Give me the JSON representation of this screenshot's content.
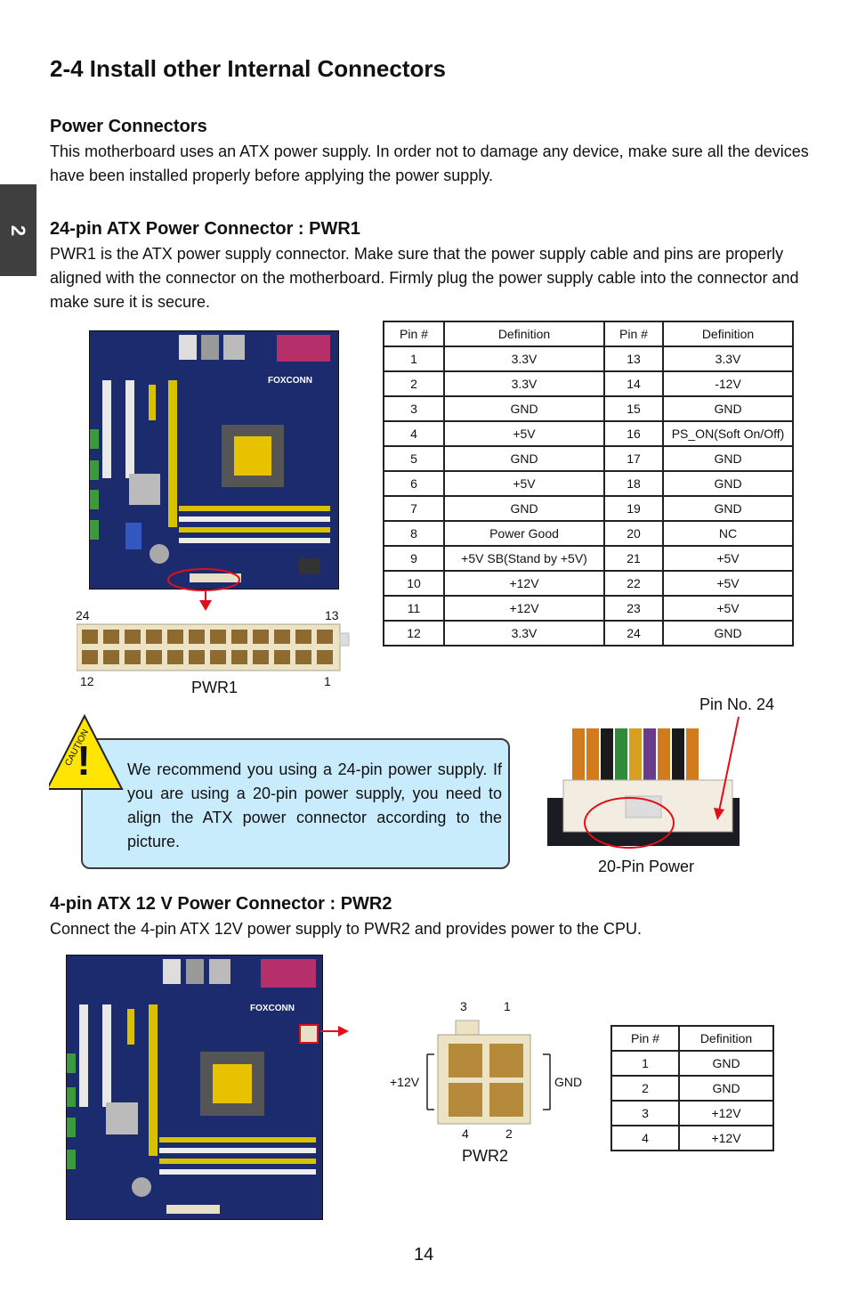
{
  "chapter_tab": "2",
  "title": "2-4 Install other Internal Connectors",
  "power_connectors": {
    "heading": "Power Connectors",
    "body": "This motherboard uses an ATX power supply. In order not to damage any device, make sure all the devices have been installed properly before applying the power supply."
  },
  "pwr1": {
    "heading": "24-pin ATX Power Connector : PWR1",
    "body": "PWR1 is the ATX power supply connector. Make sure that the power supply cable and pins are properly aligned with the connector on the motherboard. Firmly plug the power supply cable into the connector and make sure it is secure.",
    "connector_label": "PWR1",
    "pin_24": "24",
    "pin_13": "13",
    "pin_12": "12",
    "pin_1": "1",
    "brand": "FOXCONN",
    "table_headers": [
      "Pin #",
      "Definition",
      "Pin #",
      "Definition"
    ],
    "table_rows": [
      [
        "1",
        "3.3V",
        "13",
        "3.3V"
      ],
      [
        "2",
        "3.3V",
        "14",
        "-12V"
      ],
      [
        "3",
        "GND",
        "15",
        "GND"
      ],
      [
        "4",
        "+5V",
        "16",
        "PS_ON(Soft On/Off)"
      ],
      [
        "5",
        "GND",
        "17",
        "GND"
      ],
      [
        "6",
        "+5V",
        "18",
        "GND"
      ],
      [
        "7",
        "GND",
        "19",
        "GND"
      ],
      [
        "8",
        "Power Good",
        "20",
        "NC"
      ],
      [
        "9",
        "+5V SB(Stand by +5V)",
        "21",
        "+5V"
      ],
      [
        "10",
        "+12V",
        "22",
        "+5V"
      ],
      [
        "11",
        "+12V",
        "23",
        "+5V"
      ],
      [
        "12",
        "3.3V",
        "24",
        "GND"
      ]
    ]
  },
  "caution": {
    "badge": "CAUTION",
    "mark": "!",
    "text": "We recommend you using a 24-pin power supply. If you are using a 20-pin power supply, you need to align the ATX power connector according to the picture.",
    "pin_no_label": "Pin No. 24",
    "twenty_pin_label": "20-Pin Power"
  },
  "pwr2": {
    "heading": "4-pin ATX 12 V Power Connector : PWR2",
    "body": "Connect the 4-pin ATX 12V power supply to PWR2 and provides power to the CPU.",
    "connector_label": "PWR2",
    "pin_3": "3",
    "pin_1": "1",
    "pin_4": "4",
    "pin_2": "2",
    "left_label": "+12V",
    "right_label": "GND",
    "brand": "FOXCONN",
    "table_headers": [
      "Pin #",
      "Definition"
    ],
    "table_rows": [
      [
        "1",
        "GND"
      ],
      [
        "2",
        "GND"
      ],
      [
        "3",
        "+12V"
      ],
      [
        "4",
        "+12V"
      ]
    ]
  },
  "page_number": "14",
  "colors": {
    "board_blue": "#1c2a6e",
    "caution_fill": "#c8ecfb",
    "warning_yellow": "#ffe500",
    "highlight_red": "#e0101a",
    "connector_beige": "#ece3c5",
    "side_tab": "#3f3f3f"
  }
}
